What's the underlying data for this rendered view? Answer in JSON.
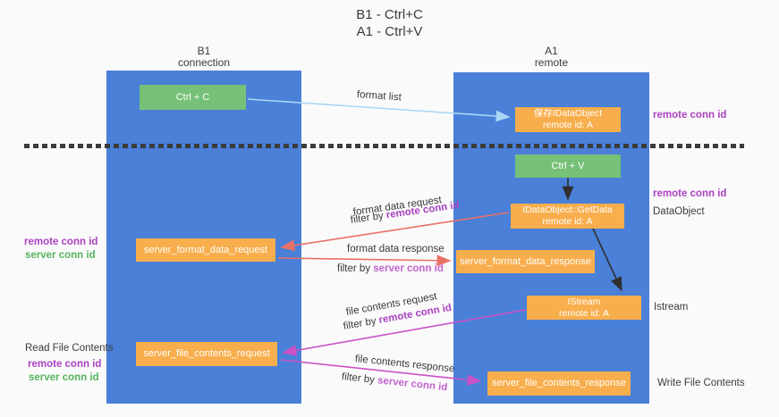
{
  "colors": {
    "bg": "#fafafa",
    "lifelineBlue": "#4a80d8",
    "greenBox": "#77c077",
    "orangeBox": "#f8ae4c",
    "arrowLightblue": "#a9d7f5",
    "arrowRed": "#ea7066",
    "arrowMagenta": "#ca51c6",
    "arrowBlack": "#2f2f2f",
    "purpleText": "#ab42c2",
    "purpleLight": "#c263ce",
    "greenText": "#56b45c",
    "textDark": "#3b3b3b"
  },
  "title": {
    "line1": "B1 - Ctrl+C",
    "line2": "A1 - Ctrl+V"
  },
  "lifelines": {
    "b1": {
      "name": "B1",
      "type": "connection"
    },
    "a1": {
      "name": "A1",
      "type": "remote"
    }
  },
  "boxes": {
    "ctrl_c": "Ctrl + C",
    "ctrl_v": "Ctrl + V",
    "save_idataobject_line1": "保存IDataObject",
    "save_idataobject_line2": "remote id: A",
    "getdata_line1": "IDataObject::GetData",
    "getdata_line2": "remote id: A",
    "istream_line1": "IStream",
    "istream_line2": "remote id: A",
    "server_format_data_request": "server_format_data_request",
    "server_format_data_response": "server_format_data_response",
    "server_file_contents_request": "server_file_contents_request",
    "server_file_contents_response": "server_file_contents_response"
  },
  "side_labels": {
    "remote_conn_top": "remote conn id",
    "remote_conn_mid": "remote conn id",
    "dataobject": "DataObject",
    "istream": "Istream",
    "write_file": "Write File Contents",
    "read_file": "Read File Contents",
    "left_remote_1": "remote conn id",
    "left_server_1": "server conn id",
    "left_remote_2": "remote conn id",
    "left_server_2": "server conn id"
  },
  "arrow_labels": {
    "format_list": "format list",
    "format_data_request": "format data request",
    "format_data_response": "format data response",
    "file_contents_request": "file contents request",
    "file_contents_response": "file contents response",
    "filter_prefix": "filter by ",
    "remote_conn": "remote conn id",
    "server_conn": "server conn id"
  }
}
